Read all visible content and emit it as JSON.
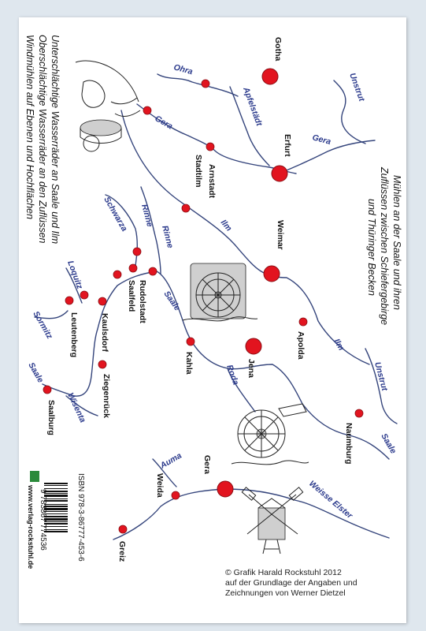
{
  "title_lines": [
    "Mühlen an der Saale und ihren",
    "Zuflüssen zwischen Schiefergebirge",
    "und Thüringer Becken"
  ],
  "legend_lines": [
    "Unterschlächtige Wasserräder an Saale und Ilm",
    "Oberschlächtige Wasserräder an den Zuflüssen",
    "Windmühlen auf Ebenen und Hochflächen"
  ],
  "towns": {
    "gotha": "Gotha",
    "erfurt": "Erfurt",
    "arnstadt": "Arnstadt",
    "stadtilm": "Stadtilm",
    "weimar": "Weimar",
    "apolda": "Apolda",
    "jena": "Jena",
    "kahla": "Kahla",
    "rudolstadt": "Rudolstadt",
    "saalfeld": "Saalfeld",
    "kaulsdorf": "Kaulsdorf",
    "leutenberg": "Leutenberg",
    "ziegenrueck": "Ziegenrück",
    "saalburg": "Saalburg",
    "naumburg": "Naumburg",
    "gera": "Gera",
    "weida": "Weida",
    "greiz": "Greiz"
  },
  "rivers": {
    "unstrut_top": "Unstrut",
    "ohra": "Ohra",
    "apfelstaedt": "Apfelstädt",
    "gera_left": "Gera",
    "gera_right": "Gera",
    "schwarza": "Schwarza",
    "rinne_top": "Rinne",
    "rinne_bottom": "Rinne",
    "ilm_left": "Ilm",
    "ilm_right": "Ilm",
    "saale_mid": "Saale",
    "loquitz": "Loquitz",
    "sormitz": "Sormitz",
    "saale_left": "Saale",
    "wisenta": "Wisenta",
    "roda": "Roda",
    "unstrut_bottom": "Unstrut",
    "saale_right": "Saale",
    "auma": "Auma",
    "weisse_elster": "Weisse Elster"
  },
  "isbn": {
    "line": "ISBN 978-3-86777-453-6",
    "barcode_digits": "9 783867 774536",
    "website": "www.verlag-rockstuhl.de"
  },
  "copyright_lines": [
    "© Grafik Harald Rockstuhl 2012",
    "auf der Grundlage der Angaben und",
    "Zeichnungen von Werner Dietzel"
  ],
  "colors": {
    "river": "#35457c",
    "town": "#e2141f",
    "river_label": "#2b3a8c",
    "background": "#dfe7ee"
  },
  "icons": [
    "hand-mill-sketch",
    "water-wheel-sketch",
    "overshot-wheel-sketch",
    "windmill-sketch",
    "publisher-logo-icon",
    "barcode-icon"
  ]
}
